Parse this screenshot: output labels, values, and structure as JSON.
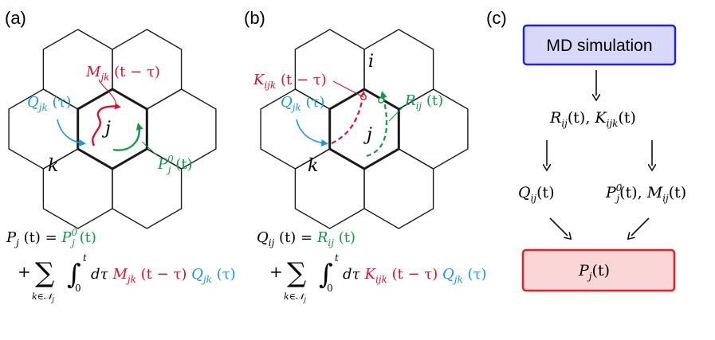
{
  "panels": {
    "a": {
      "label": "(a)",
      "cell_j": "j",
      "cell_k": "k",
      "M_label": {
        "sym": "M",
        "sub": "jk",
        "arg": " (t − τ)"
      },
      "Q_label": {
        "sym": "Q",
        "sub": "jk",
        "arg": " (τ)"
      },
      "P0_label": {
        "sym": "P",
        "sub": "j",
        "sup": "0",
        "arg": " (t)"
      },
      "eq_line1": {
        "lhs_sym": "P",
        "lhs_sub": "j",
        "lhs_arg": " (t) = ",
        "rhs_sym": "P",
        "rhs_sub": "j",
        "rhs_sup": "0",
        "rhs_arg": " (t)"
      },
      "eq_line2": {
        "plus": "+",
        "sum": "∑",
        "sum_sub": "k∈𝒩",
        "sum_sub2": "j",
        "int_upper": "t",
        "int_lower": "0",
        "dtau": "dτ",
        "kernel_sym": "M",
        "kernel_sub": "jk",
        "kernel_arg": " (t − τ) ",
        "flux_sym": "Q",
        "flux_sub": "jk",
        "flux_arg": " (τ)"
      }
    },
    "b": {
      "label": "(b)",
      "cell_i": "i",
      "cell_j": "j",
      "cell_k": "k",
      "K_label": {
        "sym": "K",
        "sub": "ijk",
        "arg": " (t − τ)"
      },
      "Q_label": {
        "sym": "Q",
        "sub": "jk",
        "arg": " (τ)"
      },
      "R_label": {
        "sym": "R",
        "sub": "ij",
        "arg": " (t)"
      },
      "eq_line1": {
        "lhs_sym": "Q",
        "lhs_sub": "ij",
        "lhs_arg": " (t) = ",
        "rhs_sym": "R",
        "rhs_sub": "ij",
        "rhs_arg": " (t)"
      },
      "eq_line2": {
        "plus": "+",
        "sum": "∑",
        "sum_sub": "k∈𝒩",
        "sum_sub2": "j",
        "int_upper": "t",
        "int_lower": "0",
        "dtau": "dτ",
        "kernel_sym": "K",
        "kernel_sub": "ijk",
        "kernel_arg": " (t − τ) ",
        "flux_sym": "Q",
        "flux_sub": "jk",
        "flux_arg": " (τ)"
      }
    },
    "c": {
      "label": "(c)",
      "top_box": "MD simulation",
      "step1": {
        "a_sym": "R",
        "a_sub": "ij",
        "a_arg": "(t), ",
        "b_sym": "K",
        "b_sub": "ijk",
        "b_arg": "(t)"
      },
      "left": {
        "sym": "Q",
        "sub": "ij",
        "arg": "(t)"
      },
      "right": {
        "a_sym": "P",
        "a_sub": "j",
        "a_sup": "0",
        "a_arg": "(t),  ",
        "b_sym": "M",
        "b_sub": "ij",
        "b_arg": "(t)"
      },
      "bottom_box": {
        "sym": "P",
        "sub": "j",
        "arg": "(t)"
      }
    }
  },
  "colors": {
    "red": "#e0102c",
    "blue": "#1a9ad6",
    "green": "#109a48",
    "top_box_fill": "#d8d8f8",
    "top_box_stroke": "#1f22e6",
    "bottom_box_fill": "#fbd6d6",
    "bottom_box_stroke": "#ee1c24"
  }
}
